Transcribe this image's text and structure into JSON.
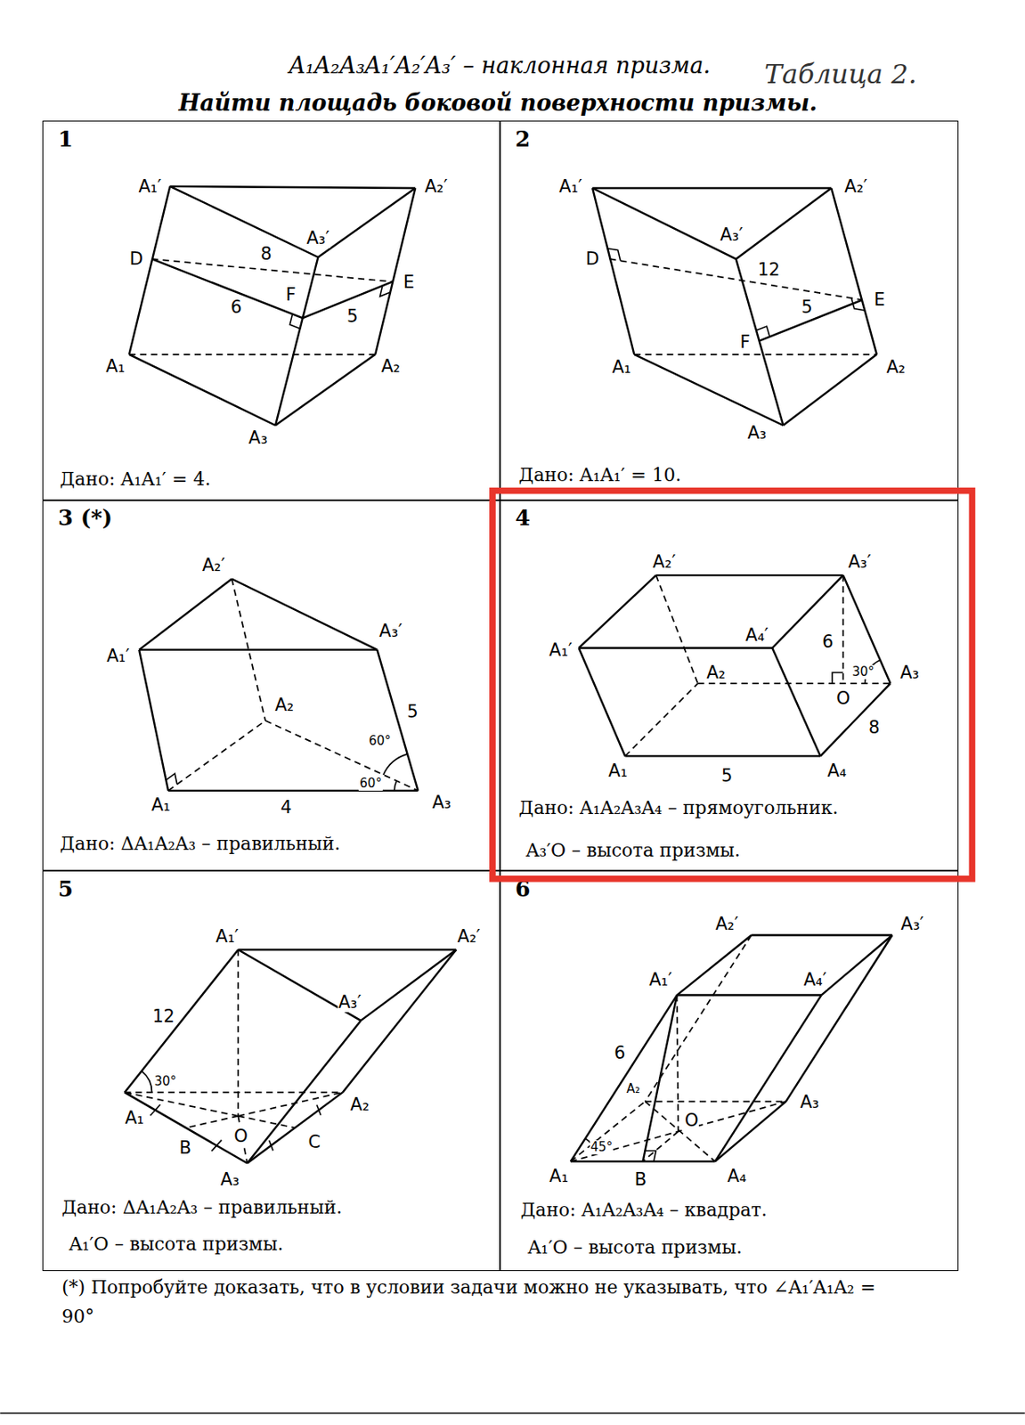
{
  "diagram": {
    "title": "A₁A₂A₃A₁′A₂′A₃′ – наклонная призма.",
    "caption": "(*) Попробуйте доказать, что в условии задачи можно не указывать, что ∠A₁′A₁A₂ = 90°",
    "nodes": [
      {
        "text": [
          "1",
          "Дано: A₁A₁′ = 4."
        ]
      },
      {
        "text": [
          "2",
          "Дано: A₁A₁′ = 10."
        ]
      },
      {
        "text": [
          "3 (*)",
          "Дано: ΔA₁A₂A₃ – правильный."
        ]
      },
      {
        "text": [
          "4",
          "Дано: A₁A₂A₃A₄ – прямоугольник.",
          "A₃′O – высота призмы."
        ]
      },
      {
        "text": [
          "5",
          "Дано: ΔA₁A₂A₃ – правильный.",
          "A₁′O – высота призмы."
        ]
      },
      {
        "text": [
          "6",
          "Дано: A₁A₂A₃A₄ – квадрат.",
          "A₁′O – высота призмы."
        ]
      }
    ],
    "labels": [
      "Найти площадь боковой поверхности призмы.",
      "Таблица 2.",
      "A₁′",
      "A₂′",
      "A₃′",
      "D",
      "8",
      "6",
      "F",
      "E",
      "5",
      "A₁",
      "A₂",
      "A₃",
      "A₁′",
      "A₂′",
      "A₃′",
      "D",
      "12",
      "E",
      "5",
      "F",
      "A₁",
      "A₂",
      "A₃",
      "A₂′",
      "A₁′",
      "A₃′",
      "A₂",
      "5",
      "60°",
      "60°",
      "A₁",
      "4",
      "A₃",
      "A₂′",
      "A₃′",
      "A₁′",
      "A₄′",
      "6",
      "A₂",
      "30°",
      "A₃",
      "O",
      "8",
      "A₁",
      "5",
      "A₄",
      "A₁′",
      "A₂′",
      "12",
      "A₃′",
      "30°",
      "A₁",
      "A₂",
      "O",
      "C",
      "B",
      "A₃",
      "A₂′",
      "A₃′",
      "A₁′",
      "A₄′",
      "6",
      "A₂",
      "45°",
      "O",
      "A₃",
      "A₁",
      "B",
      "A₄"
    ]
  }
}
